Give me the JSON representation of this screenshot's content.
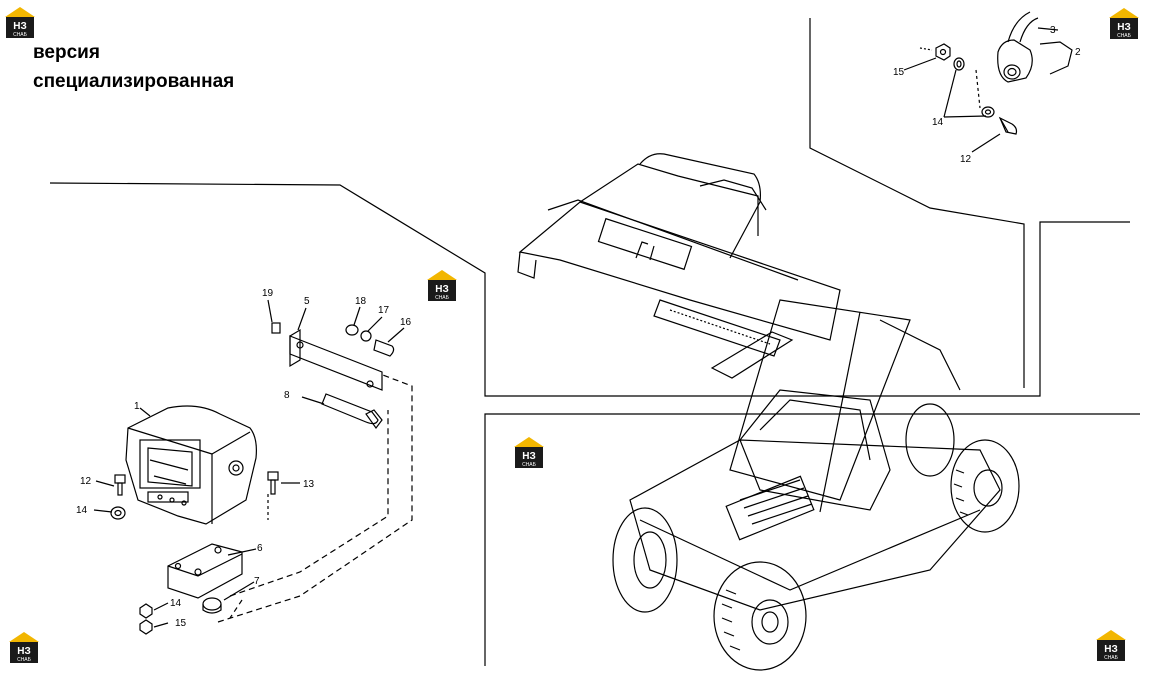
{
  "title_line1": "версия",
  "title_line2": "специализированная",
  "watermark": {
    "line1": "НЗ",
    "line2": "СНАБ",
    "color_roof": "#f2b600",
    "color_body": "#1a1a1a"
  },
  "callouts": [
    "1",
    "2",
    "3",
    "5",
    "6",
    "7",
    "8",
    "12",
    "12",
    "13",
    "14",
    "14",
    "14",
    "15",
    "15",
    "16",
    "17",
    "18",
    "19"
  ]
}
